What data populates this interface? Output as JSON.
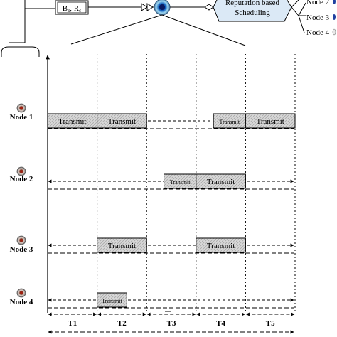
{
  "header": {
    "box_main": "B",
    "box_sub1": "z",
    "box_sep": ", R",
    "box_sub2": "c",
    "scheduler_line1": "Reputation based",
    "scheduler_line2": "Scheduling",
    "legend_nodes": [
      "Node 2",
      "Node 3",
      "Node 4"
    ]
  },
  "nodes": [
    {
      "label": "Node 1",
      "blocks": [
        {
          "text": "Transmit",
          "from": 0,
          "to": 1
        },
        {
          "text": "Transmit",
          "from": 1,
          "to": 2
        },
        {
          "text": "Transmit",
          "from": 3.35,
          "to": 4
        },
        {
          "text": "Transmit",
          "from": 4,
          "to": 5
        }
      ]
    },
    {
      "label": "Node 2",
      "blocks": [
        {
          "text": "Transmit",
          "from": 2.35,
          "to": 3
        },
        {
          "text": "Transmit",
          "from": 3,
          "to": 4
        }
      ]
    },
    {
      "label": "Node 3",
      "blocks": [
        {
          "text": "Transmit",
          "from": 1,
          "to": 2
        },
        {
          "text": "Transmit",
          "from": 3,
          "to": 4
        }
      ]
    },
    {
      "label": "Node 4",
      "blocks": [
        {
          "text": "Transmit",
          "from": 1,
          "to": 1.6
        }
      ]
    }
  ],
  "time_slots": [
    "T1",
    "T2",
    "T3",
    "T4",
    "T5"
  ]
}
